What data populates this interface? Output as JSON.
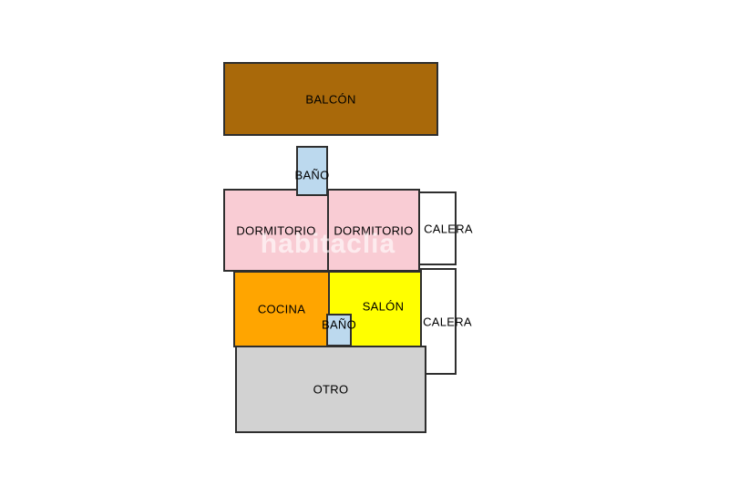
{
  "page": {
    "background_color": "#ffffff",
    "border_color": "#2e2e2e"
  },
  "watermark": {
    "text": "habitaclia"
  },
  "rooms": {
    "balcon": {
      "label": "BALCÓN",
      "color": "#a9690a"
    },
    "bano_top": {
      "label": "BAÑO",
      "color": "#bcd9ee"
    },
    "dormitorio_left": {
      "label": "DORMITORIO",
      "color": "#f9ccd4"
    },
    "dormitorio_right": {
      "label": "DORMITORIO",
      "color": "#f9ccd4"
    },
    "calera_top": {
      "label": "CALERA",
      "color": "#ffffff"
    },
    "cocina": {
      "label": "COCINA",
      "color": "#ffa500"
    },
    "salon": {
      "label": "SALÓN",
      "color": "#ffff00"
    },
    "bano_bottom": {
      "label": "BAÑO",
      "color": "#bcd9ee"
    },
    "calera_bottom": {
      "label": "CALERA",
      "color": "#ffffff"
    },
    "otro": {
      "label": "OTRO",
      "color": "#d2d2d2"
    }
  }
}
